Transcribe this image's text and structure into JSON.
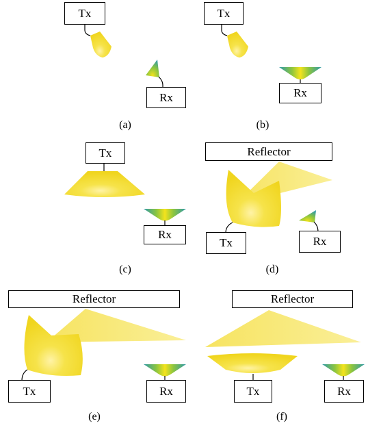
{
  "colors": {
    "beam": "#f2dc27",
    "beam_light": "#f7e97a",
    "beam_highlight": "#fff3a6",
    "rx_teal": "#3fa7a0",
    "rx_green": "#8cc53f",
    "rx_yellow": "#f4e31c",
    "line": "#000000"
  },
  "panels": [
    {
      "id": "a",
      "caption": "(a)",
      "tx_label": "Tx",
      "rx_label": "Rx"
    },
    {
      "id": "b",
      "caption": "(b)",
      "tx_label": "Tx",
      "rx_label": "Rx"
    },
    {
      "id": "c",
      "caption": "(c)",
      "tx_label": "Tx",
      "rx_label": "Rx"
    },
    {
      "id": "d",
      "caption": "(d)",
      "tx_label": "Tx",
      "rx_label": "Rx",
      "reflector_label": "Reflector"
    },
    {
      "id": "e",
      "caption": "(e)",
      "tx_label": "Tx",
      "rx_label": "Rx",
      "reflector_label": "Reflector"
    },
    {
      "id": "f",
      "caption": "(f)",
      "tx_label": "Tx",
      "rx_label": "Rx",
      "reflector_label": "Reflector"
    }
  ]
}
